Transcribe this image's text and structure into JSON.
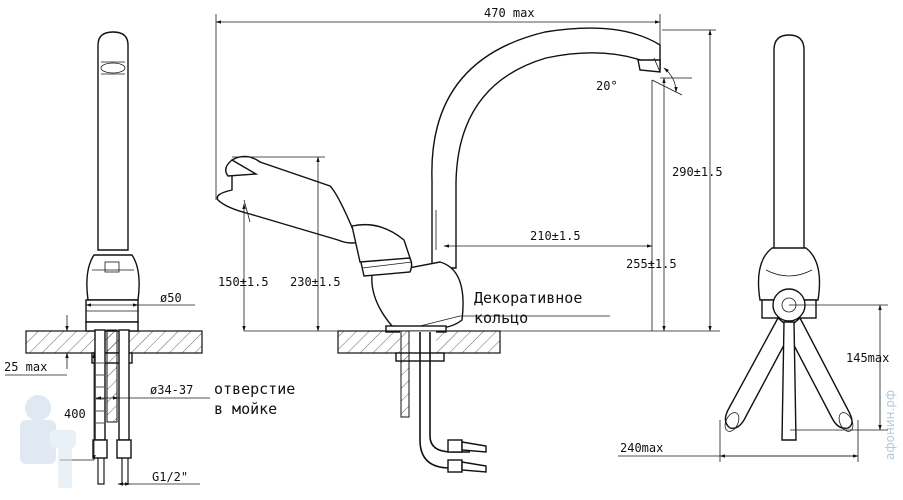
{
  "dimensions": {
    "width_max": "470 max",
    "angle": "20°",
    "height_total": "290±1.5",
    "height_spout": "255±1.5",
    "reach": "210±1.5",
    "lever_low": "150±1.5",
    "lever_high": "230±1.5",
    "base_diameter": "ø50",
    "hole_diameter": "ø34-37",
    "thread": "G1/2\"",
    "hose_length": "400",
    "deck_thickness": "25 max",
    "lever_side": "145max",
    "lever_span": "240max"
  },
  "labels": {
    "decorative_ring_line1": "Декоративное",
    "decorative_ring_line2": "кольцо",
    "hole_line1": "отверстие",
    "hole_line2": "в мойке"
  },
  "watermark": {
    "text": "афонин.рф"
  },
  "colors": {
    "line": "#111111",
    "watermark": "#b8c8d8"
  }
}
